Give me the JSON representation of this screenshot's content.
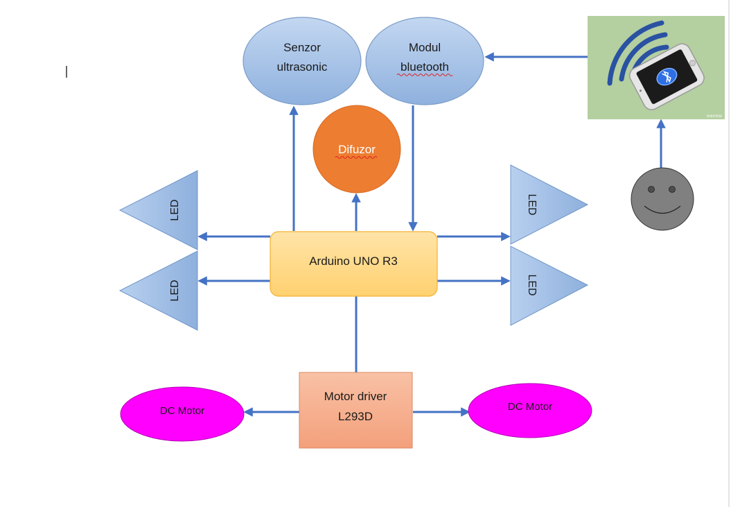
{
  "nodes": {
    "senzor": {
      "line1": "Senzor",
      "line2": "ultrasonic"
    },
    "bluetooth": {
      "line1": "Modul",
      "line2": "bluetooth"
    },
    "difuzor": {
      "label": "Difuzor"
    },
    "arduino": {
      "label": "Arduino UNO R3"
    },
    "motor_driver": {
      "line1": "Motor driver",
      "line2": "L293D"
    },
    "dc_motor_left": {
      "label": "DC Motor"
    },
    "dc_motor_right": {
      "label": "DC Motor"
    },
    "led_top_left": {
      "label": "LED"
    },
    "led_bottom_left": {
      "label": "LED"
    },
    "led_top_right": {
      "label": "LED"
    },
    "led_bottom_right": {
      "label": "LED"
    },
    "phone": {
      "watermark": "wikiHow",
      "icon": "bluetooth-icon"
    },
    "user": {
      "icon": "smiley-face-icon"
    }
  },
  "colors": {
    "ellipse_fill": "#a9c4e8",
    "ellipse_stroke": "#7a9cc6",
    "difuzor_fill": "#ed7d31",
    "arduino_fill": "#ffd98a",
    "arduino_stroke": "#f2b134",
    "motor_driver_fill": "#f7ac8a",
    "motor_driver_stroke": "#d98a63",
    "dc_motor_fill": "#ff00ff",
    "led_fill": "#a6c3e8",
    "led_stroke": "#6f95c8",
    "arrow": "#4472c4",
    "phone_bg": "#b4cfa0",
    "smiley_fill": "#808080"
  }
}
